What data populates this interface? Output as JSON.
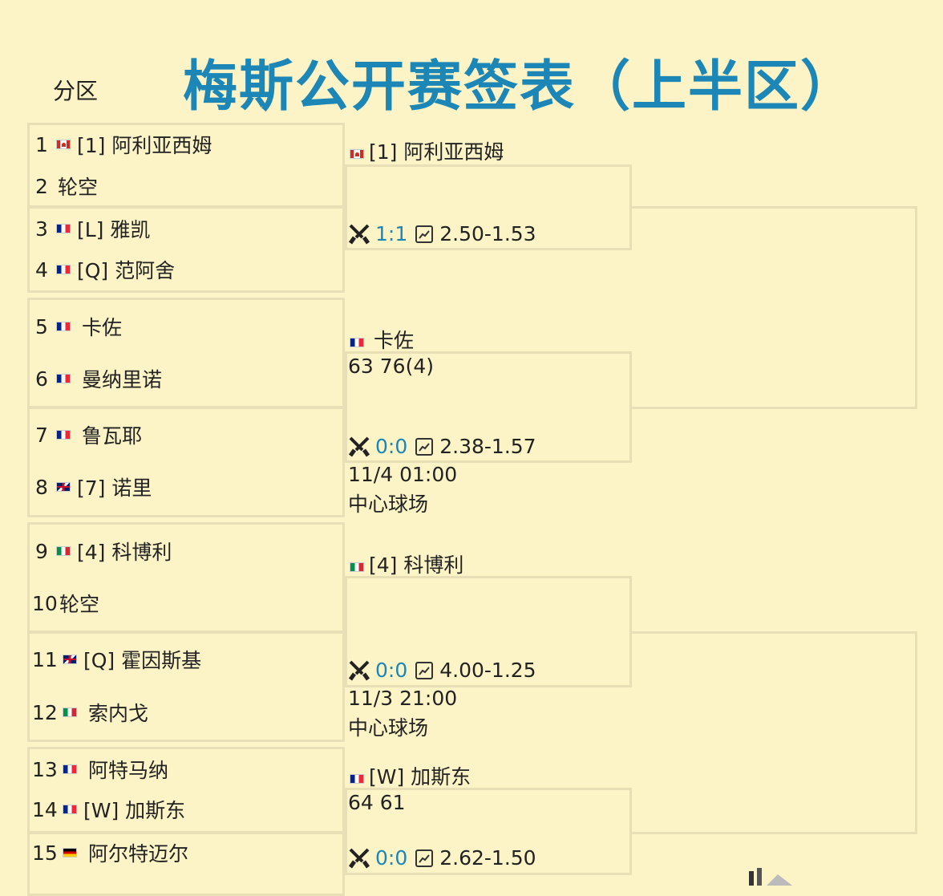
{
  "header": {
    "section_label": "分区",
    "title": "梅斯公开赛签表（上半区）"
  },
  "round1": [
    {
      "seed_no": "1",
      "flag": "canada-flag-icon",
      "name": "[1] 阿利亚西姆"
    },
    {
      "seed_no": "2",
      "flag": "",
      "name": "轮空"
    },
    {
      "seed_no": "3",
      "flag": "france-flag-icon",
      "name": "[L] 雅凯"
    },
    {
      "seed_no": "4",
      "flag": "france-flag-icon",
      "name": "[Q] 范阿舍"
    },
    {
      "seed_no": "5",
      "flag": "france-flag-icon",
      "name": "卡佐"
    },
    {
      "seed_no": "6",
      "flag": "france-flag-icon",
      "name": "曼纳里诺"
    },
    {
      "seed_no": "7",
      "flag": "france-flag-icon",
      "name": "鲁瓦耶"
    },
    {
      "seed_no": "8",
      "flag": "uk-flag-icon",
      "name": "[7] 诺里"
    },
    {
      "seed_no": "9",
      "flag": "italy-flag-icon",
      "name": "[4] 科博利"
    },
    {
      "seed_no": "10",
      "flag": "",
      "name": "轮空"
    },
    {
      "seed_no": "11",
      "flag": "uk-flag-icon",
      "name": "[Q] 霍因斯基"
    },
    {
      "seed_no": "12",
      "flag": "italy-flag-icon",
      "name": "索内戈"
    },
    {
      "seed_no": "13",
      "flag": "france-flag-icon",
      "name": "阿特马纳"
    },
    {
      "seed_no": "14",
      "flag": "france-flag-icon",
      "name": "[W] 加斯东"
    },
    {
      "seed_no": "15",
      "flag": "germany-flag-icon",
      "name": "阿尔特迈尔"
    }
  ],
  "round2": [
    {
      "flag": "canada-flag-icon",
      "winner": "[1] 阿利亚西姆",
      "score": "",
      "h2h": "1:1",
      "odds": "2.50-1.53",
      "time": "",
      "court": ""
    },
    {
      "flag": "france-flag-icon",
      "winner": "卡佐",
      "score": "63 76(4)",
      "h2h": "0:0",
      "odds": "2.38-1.57",
      "time": "11/4 01:00",
      "court": "中心球场"
    },
    {
      "flag": "italy-flag-icon",
      "winner": "[4] 科博利",
      "score": "",
      "h2h": "0:0",
      "odds": "4.00-1.25",
      "time": "11/3 21:00",
      "court": "中心球场"
    },
    {
      "flag": "france-flag-icon",
      "winner": "[W] 加斯东",
      "score": "64 61",
      "h2h": "0:0",
      "odds": "2.62-1.50",
      "time": "",
      "court": ""
    }
  ]
}
